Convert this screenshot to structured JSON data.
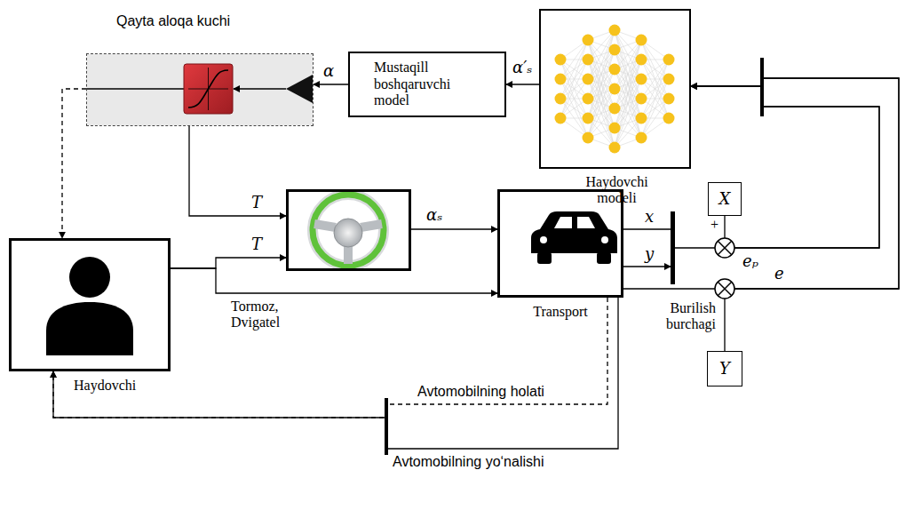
{
  "diagram": {
    "nodes": [
      {
        "text": [
          "Qayta aloqa kuchi"
        ]
      },
      {
        "text": [
          "Mustaqill boshqaruvchi model"
        ]
      },
      {
        "text": [
          "Haydovchi modeli"
        ]
      },
      {
        "text": [
          "Haydovchi"
        ]
      },
      {
        "text": []
      },
      {
        "text": [
          "Transport"
        ]
      },
      {
        "text": [
          "X"
        ]
      },
      {
        "text": [
          "Y"
        ]
      }
    ],
    "edges": [
      {
        "from": 2,
        "to": 1,
        "label": "α′ₛ",
        "arrow": "to"
      },
      {
        "from": 1,
        "to": 0,
        "label": "α",
        "arrow": "to"
      },
      {
        "from": 0,
        "to": 4,
        "label": "T",
        "arrow": "to"
      },
      {
        "from": 0,
        "to": 3,
        "arrow": "to"
      },
      {
        "from": 3,
        "to": 4,
        "label": "T",
        "arrow": "to"
      },
      {
        "from": 3,
        "to": 5,
        "label": "Tormoz, Dvigatel",
        "arrow": "to"
      },
      {
        "from": 4,
        "to": 5,
        "label": "αₛ",
        "arrow": "to"
      },
      {
        "from": 5,
        "to": 2,
        "arrow": "to"
      },
      {
        "from": 5,
        "to": 2,
        "arrow": "to"
      },
      {
        "from": 6,
        "to": 2,
        "label": "eₚ",
        "arrow": "to"
      },
      {
        "from": 7,
        "to": 2,
        "label": "e",
        "arrow": "to"
      },
      {
        "from": 5,
        "to": 3,
        "label": "Avtomobilning holati",
        "arrow": "to"
      },
      {
        "from": 5,
        "to": 3,
        "label": "Avtomobilning yo‘nalishi",
        "arrow": "to"
      }
    ],
    "labels": [
      "x",
      "y",
      "+",
      "Burilish burchagi"
    ]
  }
}
